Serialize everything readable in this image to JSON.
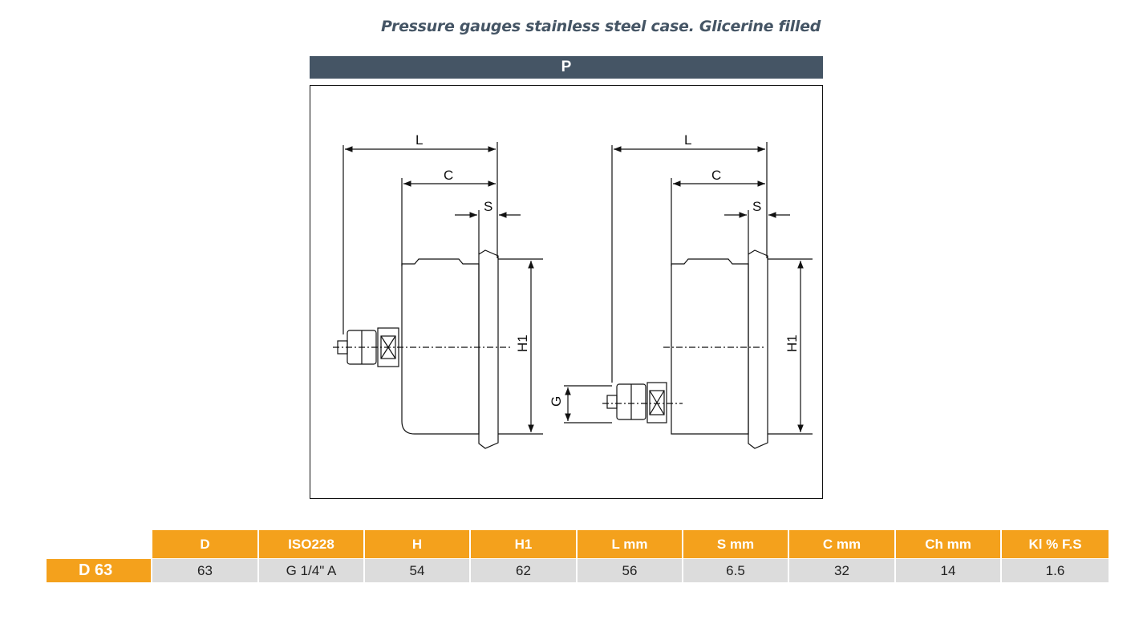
{
  "title": "Pressure gauges stainless steel case. Glicerine filled",
  "section_label": "P",
  "drawing": {
    "left": {
      "labels": {
        "L": "L",
        "C": "C",
        "S": "S",
        "H1": "H1"
      }
    },
    "right": {
      "labels": {
        "L": "L",
        "C": "C",
        "S": "S",
        "H1": "H1",
        "G": "G"
      }
    }
  },
  "table": {
    "row_label": "D 63",
    "headers": [
      "D",
      "ISO228",
      "H",
      "H1",
      "L mm",
      "S mm",
      "C mm",
      "Ch mm",
      "Kl % F.S"
    ],
    "values": [
      "63",
      "G 1/4\" A",
      "54",
      "62",
      "56",
      "6.5",
      "32",
      "14",
      "1.6"
    ]
  },
  "colors": {
    "header_bg": "#F4A11C",
    "title_bar": "#455565",
    "value_bg": "#dcdcdc"
  }
}
